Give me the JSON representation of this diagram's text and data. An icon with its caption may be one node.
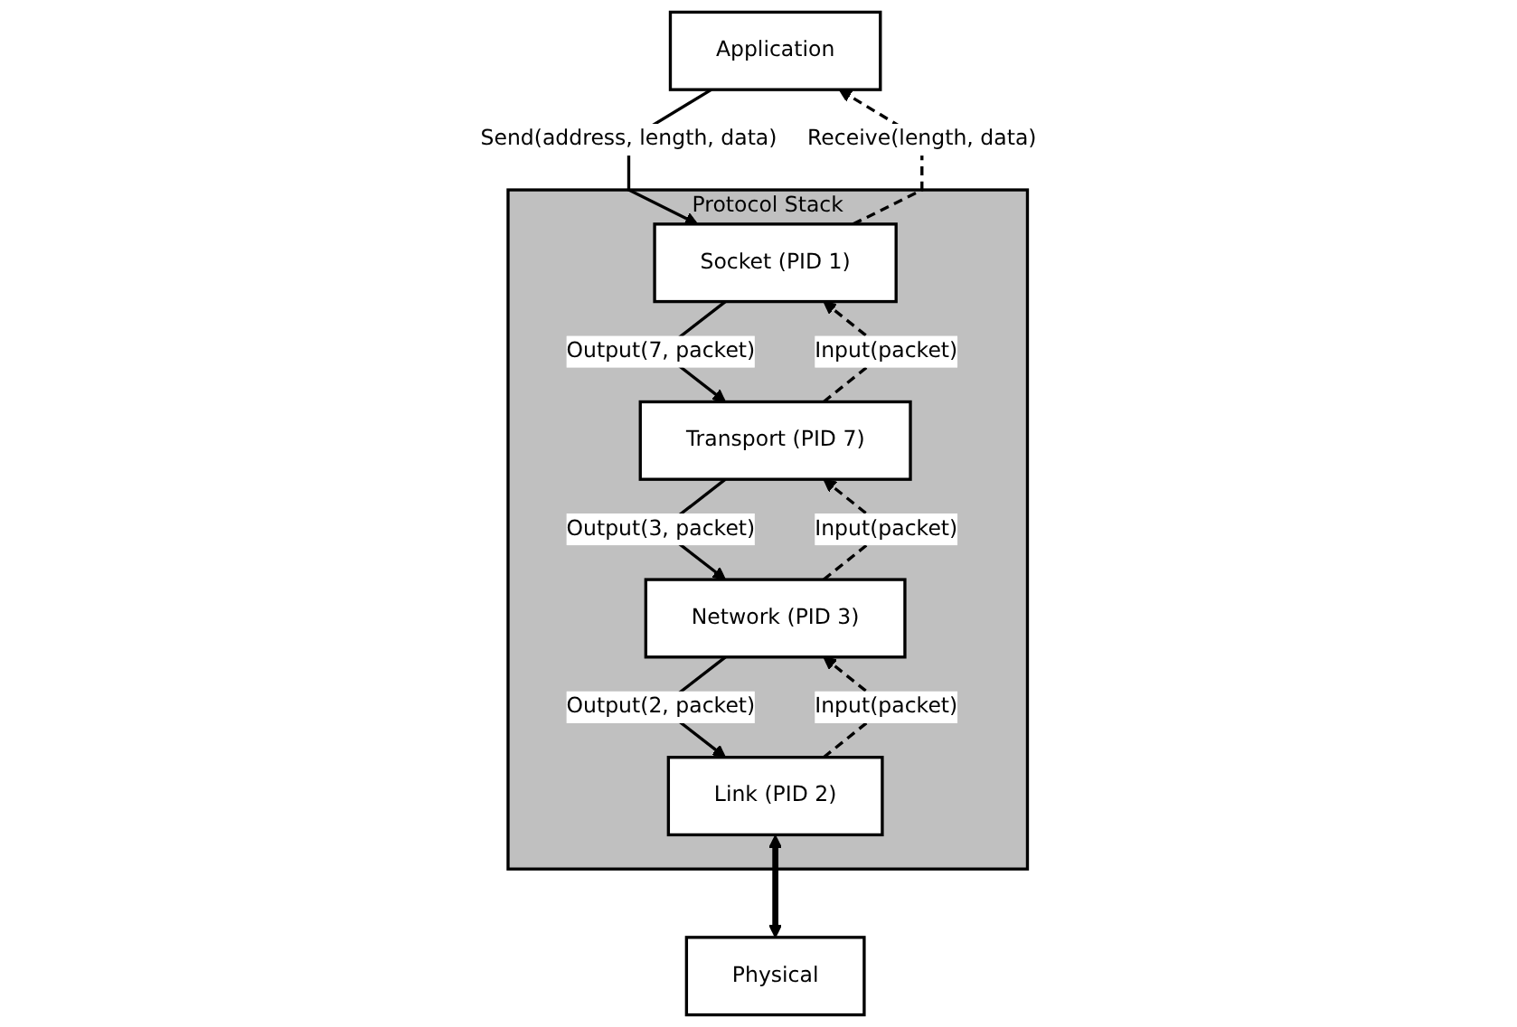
{
  "diagram": {
    "nodes": [
      {
        "text": [
          "Application"
        ]
      },
      {
        "text": [
          "Protocol Stack"
        ]
      },
      {
        "text": [
          "Socket (PID 1)"
        ],
        "in": 1
      },
      {
        "text": [
          "Transport (PID 7)"
        ],
        "in": 1
      },
      {
        "text": [
          "Network (PID 3)"
        ],
        "in": 1
      },
      {
        "text": [
          "Link (PID 2)"
        ],
        "in": 1
      },
      {
        "text": [
          "Physical"
        ]
      }
    ],
    "edges": [
      {
        "from": 0,
        "to": 2,
        "arrow": "to",
        "label": "Send(address, length, data)"
      },
      {
        "from": 2,
        "to": 0,
        "arrow": "to",
        "label": "Receive(length, data)",
        "style": "dashed"
      },
      {
        "from": 2,
        "to": 3,
        "arrow": "to",
        "label": "Output(7, packet)"
      },
      {
        "from": 3,
        "to": 2,
        "arrow": "to",
        "label": "Input(packet)",
        "style": "dashed"
      },
      {
        "from": 3,
        "to": 4,
        "arrow": "to",
        "label": "Output(3, packet)"
      },
      {
        "from": 4,
        "to": 3,
        "arrow": "to",
        "label": "Input(packet)",
        "style": "dashed"
      },
      {
        "from": 4,
        "to": 5,
        "arrow": "to",
        "label": "Output(2, packet)"
      },
      {
        "from": 5,
        "to": 4,
        "arrow": "to",
        "label": "Input(packet)",
        "style": "dashed"
      },
      {
        "from": 5,
        "to": 6,
        "arrow": "both",
        "style": "thick"
      }
    ]
  }
}
